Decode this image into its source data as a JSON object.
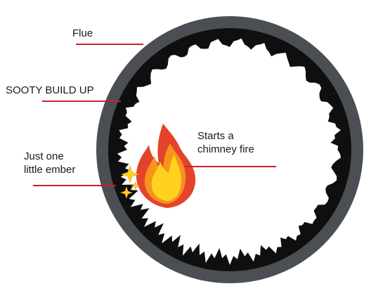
{
  "labels": {
    "flue": "Flue",
    "sooty": "SOOTY BUILD UP",
    "ember_line1": "Just one",
    "ember_line2": "little ember",
    "fire_line1": "Starts a",
    "fire_line2": "chimney fire"
  },
  "colors": {
    "flue_wall": "#4b4f54",
    "soot": "#0f0f0f",
    "leader": "#c8202a",
    "flame_outer": "#e3432a",
    "flame_mid": "#f7931e",
    "flame_inner": "#ffd21f",
    "spark": "#ffd21f"
  },
  "icons": [
    "flame-icon",
    "spark-icon"
  ]
}
